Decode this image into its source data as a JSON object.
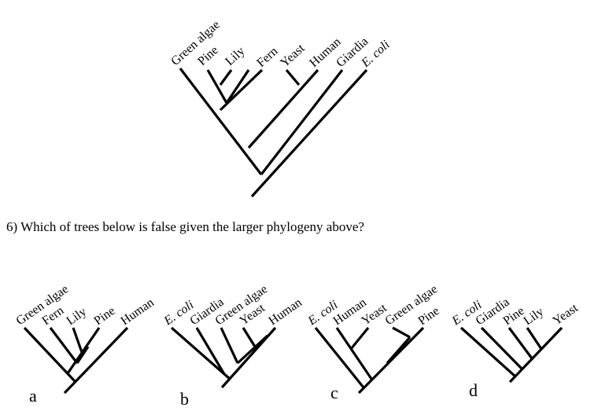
{
  "main_tree": {
    "leaves": [
      "Green algae",
      "Pine",
      "Lily",
      "Fern",
      "Yeast",
      "Human",
      "Giardia",
      "E. coli"
    ]
  },
  "question": "6) Which of trees below is false given the larger phylogeny above?",
  "option_trees": [
    {
      "letter": "a",
      "leaves": [
        "Green algae",
        "Fern",
        "Lily",
        "Pine",
        "Human"
      ]
    },
    {
      "letter": "b",
      "leaves": [
        "E. coli",
        "Giardia",
        "Green algae",
        "Yeast",
        "Human"
      ]
    },
    {
      "letter": "c",
      "leaves": [
        "E. coli",
        "Human",
        "Yeast",
        "Green algae",
        "Pine"
      ]
    },
    {
      "letter": "d",
      "leaves": [
        "E. coli",
        "Giardia",
        "Pine",
        "Lily",
        "Yeast"
      ]
    }
  ]
}
